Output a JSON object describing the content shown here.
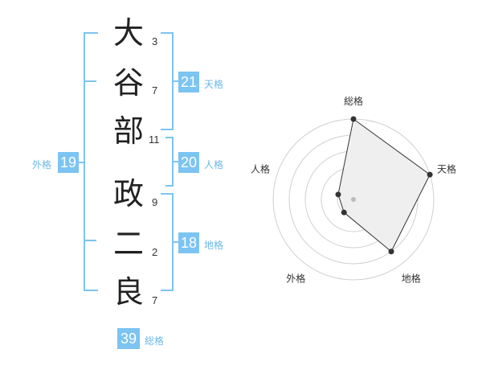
{
  "name": {
    "characters": [
      {
        "char": "大",
        "strokes": "3"
      },
      {
        "char": "谷",
        "strokes": "7"
      },
      {
        "char": "部",
        "strokes": "11"
      },
      {
        "char": "政",
        "strokes": "9"
      },
      {
        "char": "二",
        "strokes": "2"
      },
      {
        "char": "良",
        "strokes": "7"
      }
    ]
  },
  "fortune": {
    "tenkaku": {
      "value": "21",
      "label": "天格"
    },
    "jinkaku": {
      "value": "20",
      "label": "人格"
    },
    "chikaku": {
      "value": "18",
      "label": "地格"
    },
    "gaikaku": {
      "value": "19",
      "label": "外格"
    },
    "soukaku": {
      "value": "39",
      "label": "総格"
    }
  },
  "colors": {
    "accent": "#7cc4f2",
    "text": "#222222"
  },
  "chart_data": {
    "type": "radar",
    "axes": [
      "総格",
      "天格",
      "地格",
      "外格",
      "人格"
    ],
    "values": [
      5,
      5,
      4,
      1,
      1
    ],
    "rmax": 5,
    "rings": 5
  }
}
